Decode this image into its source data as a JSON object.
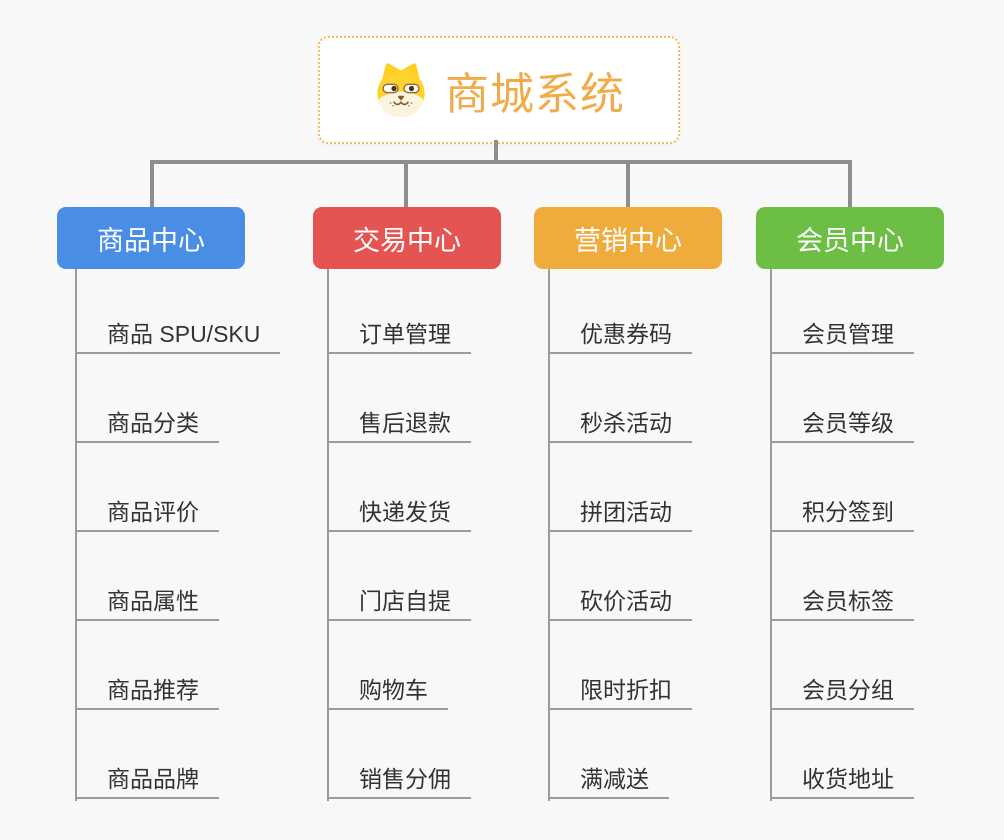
{
  "root": {
    "title": "商城系统",
    "icon": "shiba-dog-icon",
    "title_color": "#f0ac4b",
    "border_color": "#f4ba5f",
    "background": "#ffffff"
  },
  "branches": [
    {
      "label": "商品中心",
      "color": "#4a8de4",
      "items": [
        "商品 SPU/SKU",
        "商品分类",
        "商品评价",
        "商品属性",
        "商品推荐",
        "商品品牌"
      ]
    },
    {
      "label": "交易中心",
      "color": "#e35452",
      "items": [
        "订单管理",
        "售后退款",
        "快递发货",
        "门店自提",
        "购物车",
        "销售分佣"
      ]
    },
    {
      "label": "营销中心",
      "color": "#efac3d",
      "items": [
        "优惠券码",
        "秒杀活动",
        "拼团活动",
        "砍价活动",
        "限时折扣",
        "满减送"
      ]
    },
    {
      "label": "会员中心",
      "color": "#6cbe45",
      "items": [
        "会员管理",
        "会员等级",
        "积分签到",
        "会员标签",
        "会员分组",
        "收货地址"
      ]
    }
  ],
  "style": {
    "canvas_background": "#f8f8f8",
    "connector_color": "#8e8e8e",
    "underline_color": "#9b9b9b",
    "item_text_color": "#333333",
    "branch_text_color": "#ffffff"
  }
}
